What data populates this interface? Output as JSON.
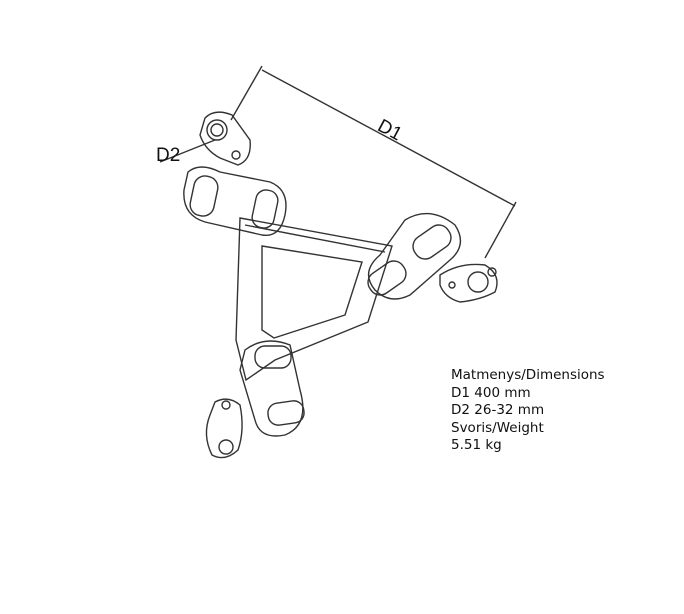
{
  "drawing": {
    "d1_label": "D1",
    "d2_label": "D2"
  },
  "specs": {
    "heading": "Matmenys/Dimensions",
    "d1": "D1 400 mm",
    "d2": "D2 26-32 mm",
    "weight_heading": "Svoris/Weight",
    "weight": "5.51 kg"
  }
}
